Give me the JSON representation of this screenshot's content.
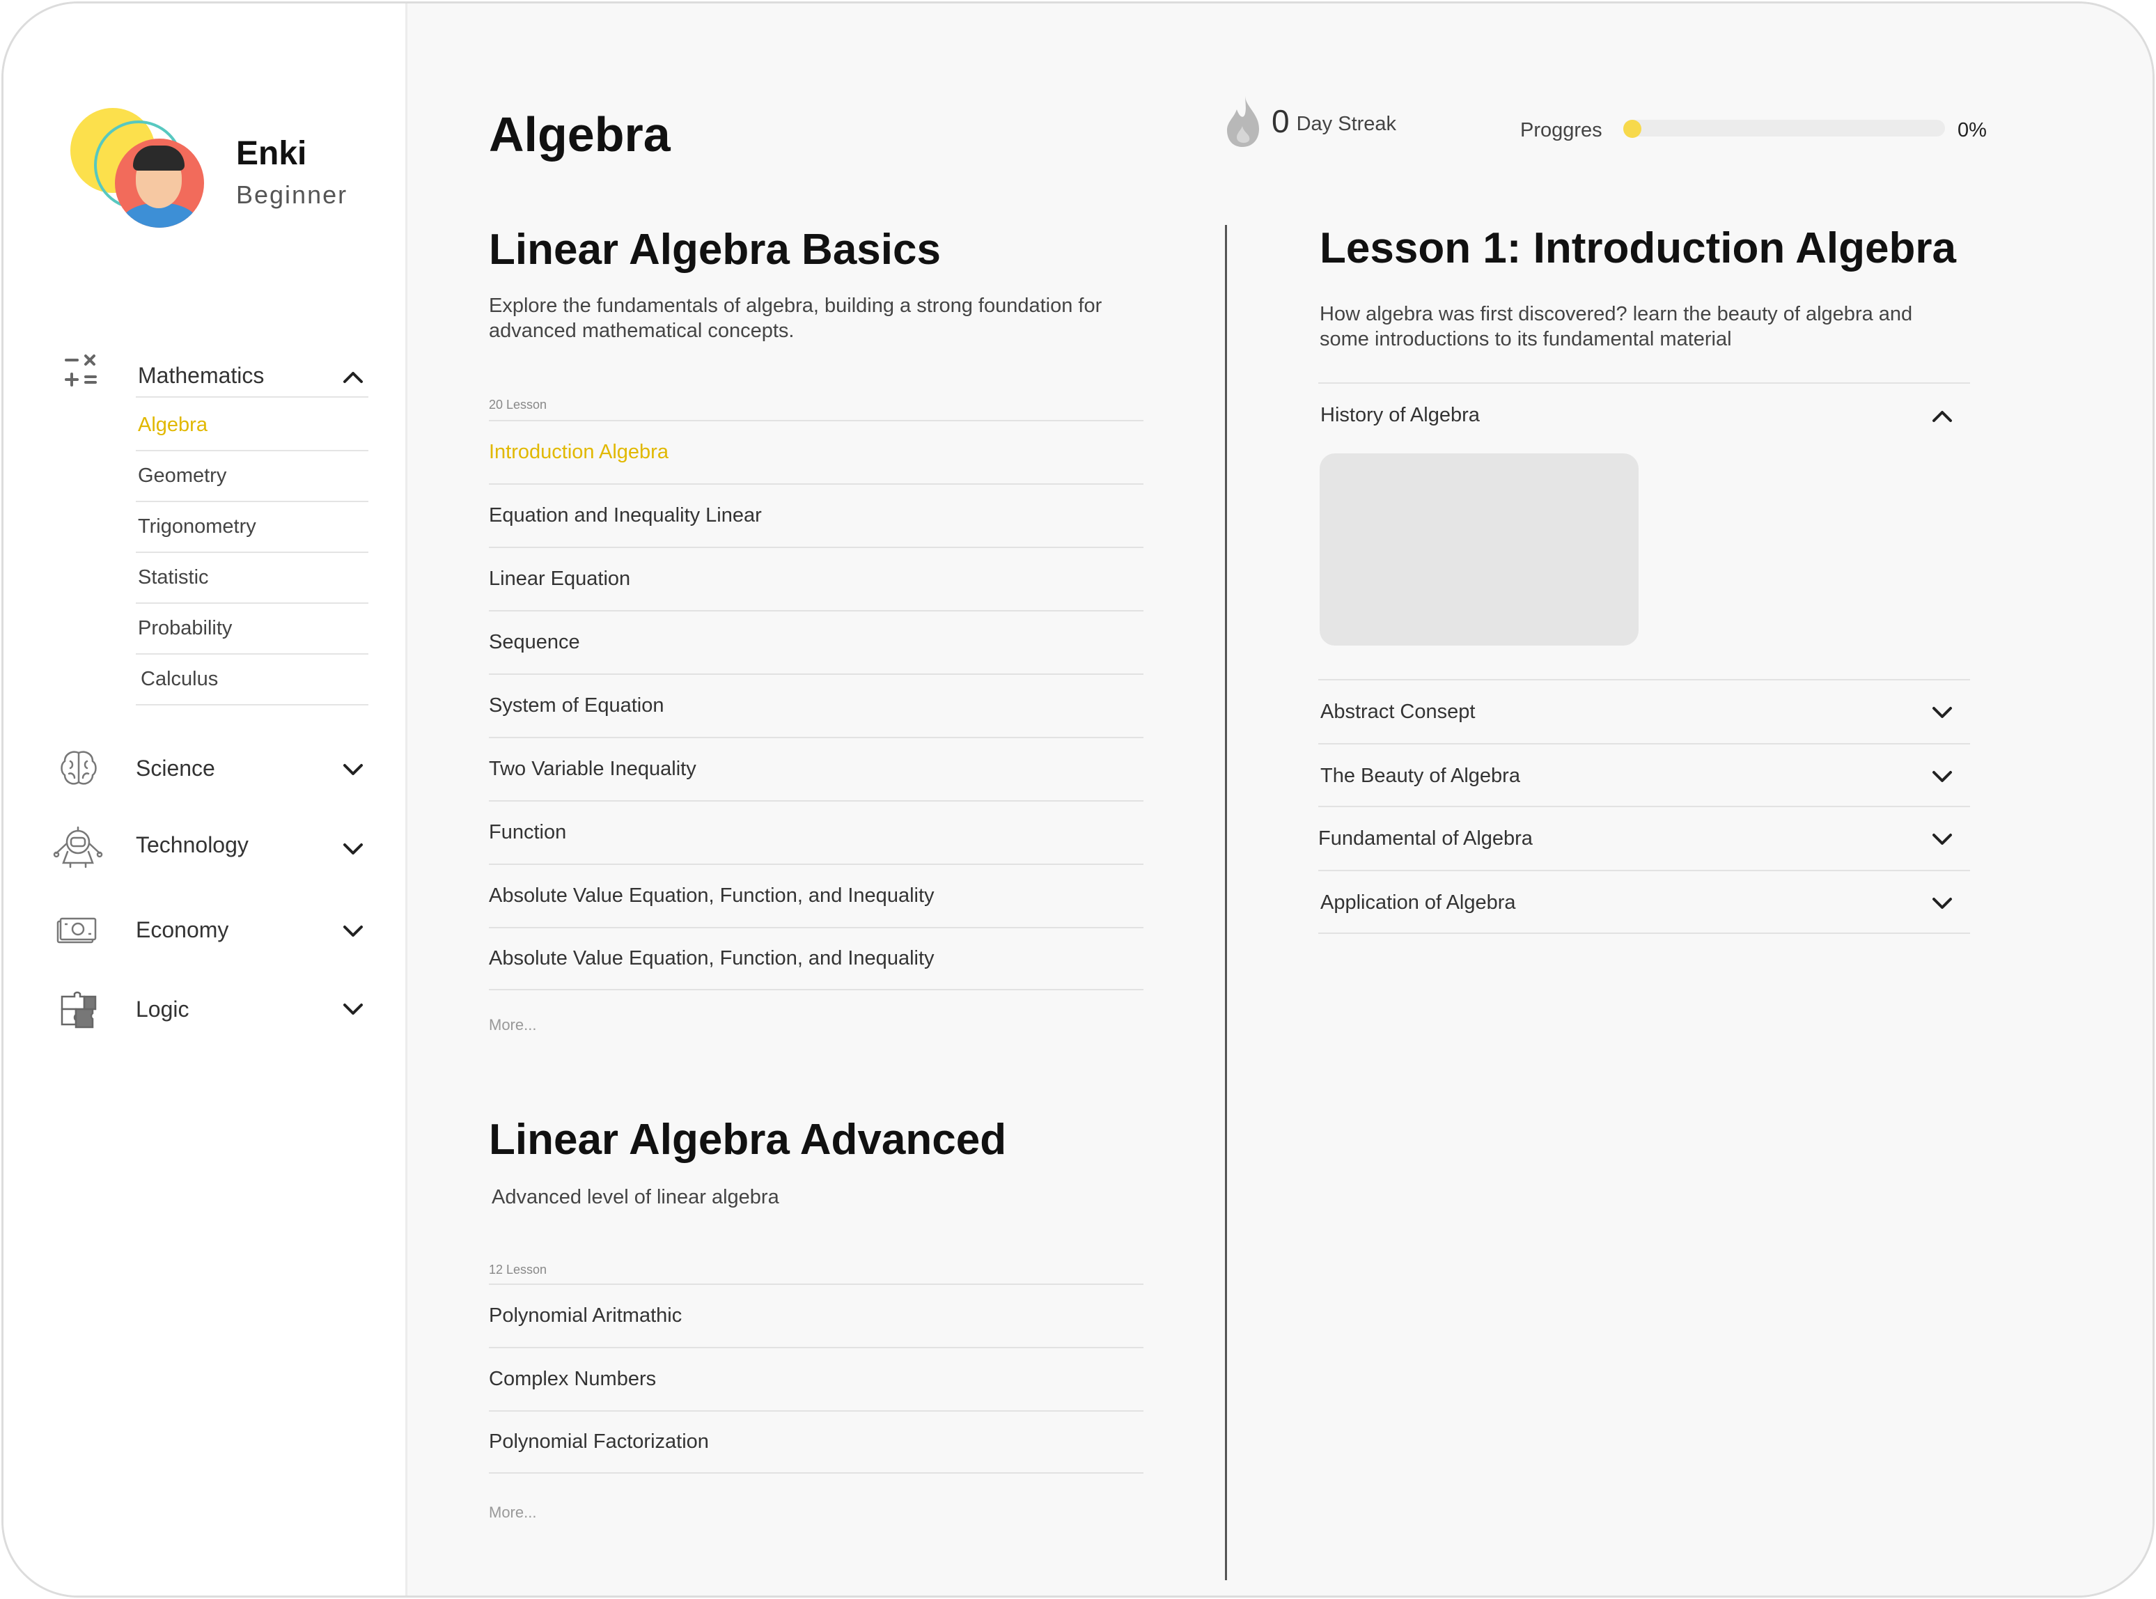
{
  "profile": {
    "name": "Enki",
    "level": "Beginner"
  },
  "nav": {
    "mathematics": {
      "label": "Mathematics",
      "items": [
        "Algebra",
        "Geometry",
        "Trigonometry",
        "Statistic",
        "Probability",
        "Calculus"
      ],
      "active": "Algebra"
    },
    "science": "Science",
    "technology": "Technology",
    "economy": "Economy",
    "logic": "Logic"
  },
  "header": {
    "title": "Algebra",
    "streak_count": "0",
    "streak_label": "Day Streak",
    "progress_label": "Proggres",
    "progress_value": "0%",
    "progress_fraction": 0
  },
  "course_basic": {
    "title": "Linear Algebra Basics",
    "description": "Explore the fundamentals of algebra, building a strong foundation for advanced mathematical concepts.",
    "lesson_count": "20 Lesson",
    "lessons": [
      "Introduction Algebra",
      "Equation and Inequality Linear",
      "Linear Equation",
      "Sequence",
      "System of Equation",
      "Two Variable Inequality",
      "Function",
      "Absolute Value Equation, Function, and Inequality",
      "Absolute Value Equation, Function, and Inequality"
    ],
    "more": "More..."
  },
  "course_advanced": {
    "title": "Linear Algebra Advanced",
    "description": "Advanced level of linear algebra",
    "lesson_count": "12 Lesson",
    "lessons": [
      "Polynomial Aritmathic",
      "Complex Numbers",
      "Polynomial Factorization"
    ],
    "more": "More..."
  },
  "lesson_detail": {
    "title": "Lesson 1: Introduction Algebra",
    "description": "How algebra was first discovered? learn the beauty of algebra and some introductions to its fundamental material",
    "sections": [
      "History of Algebra",
      "Abstract Consept",
      "The Beauty of Algebra",
      "Fundamental of Algebra",
      "Application of Algebra"
    ]
  },
  "colors": {
    "accent": "#e1b800",
    "progress": "#f7d94c",
    "avatar_sun": "#fce04c",
    "avatar_face": "#f26b5b"
  },
  "icons": {
    "mathematics": "math-operators-icon",
    "science": "brain-icon",
    "technology": "robot-icon",
    "economy": "money-icon",
    "logic": "puzzle-icon",
    "streak": "flame-icon"
  }
}
